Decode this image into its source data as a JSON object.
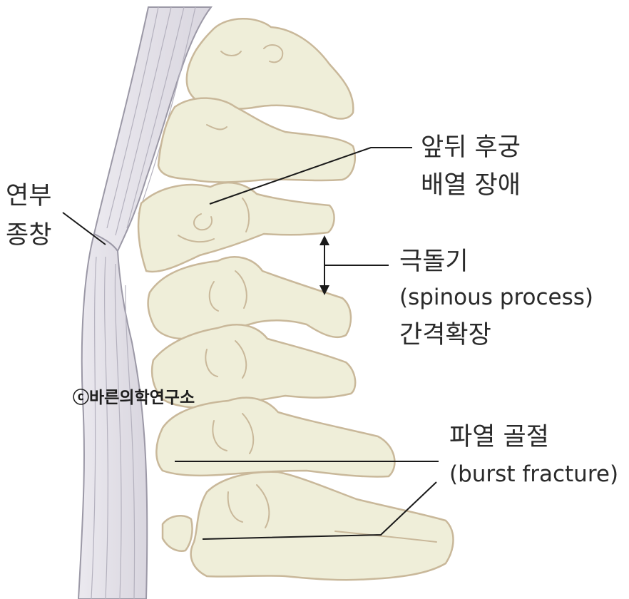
{
  "labels": {
    "ligament_line1": "연부",
    "ligament_line2": "종창",
    "alignment_line1": "앞뒤 후궁",
    "alignment_line2": "배열 장애",
    "spinous_line1": "극돌기",
    "spinous_line2": "(spinous process)",
    "spinous_line3": "간격확장",
    "burst_line1": "파열 골절",
    "burst_line2": "(burst fracture)"
  },
  "watermark": "ⓒ바른의학연구소",
  "colors": {
    "bone_fill": "#efeed9",
    "bone_outline": "#c9b89a",
    "ligament_fill": "#e4e2e9",
    "ligament_outline": "#9b98a6",
    "leader_line": "#1a1a1a",
    "text": "#2a2a2a"
  }
}
